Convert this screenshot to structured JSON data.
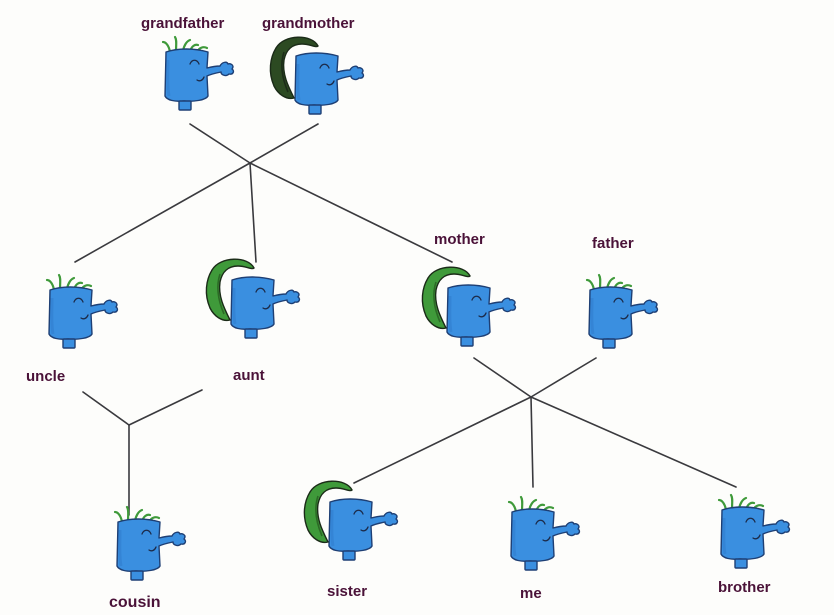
{
  "labels": {
    "grandfather": "grandfather",
    "grandmother": "grandmother",
    "mother": "mother",
    "father": "father",
    "uncle": "uncle",
    "aunt": "aunt",
    "cousin": "cousin",
    "sister": "sister",
    "me": "me",
    "brother": "brother"
  },
  "colors": {
    "body": "#3a8fe0",
    "body_shade": "#2f7bcc",
    "hair_dark": "#2c4a22",
    "hair_green": "#3f9a3a",
    "grass": "#3f9a3a",
    "label": "#4a1238",
    "line": "#3a3a3e"
  },
  "figures": [
    {
      "name": "grandfather-figure",
      "hair": "grass"
    },
    {
      "name": "grandmother-figure",
      "hair": "ponytail-dark"
    },
    {
      "name": "uncle-figure",
      "hair": "grass"
    },
    {
      "name": "aunt-figure",
      "hair": "ponytail"
    },
    {
      "name": "mother-figure",
      "hair": "ponytail"
    },
    {
      "name": "father-figure",
      "hair": "grass"
    },
    {
      "name": "cousin-figure",
      "hair": "grass"
    },
    {
      "name": "sister-figure",
      "hair": "ponytail"
    },
    {
      "name": "me-figure",
      "hair": "grass"
    },
    {
      "name": "brother-figure",
      "hair": "grass"
    }
  ]
}
